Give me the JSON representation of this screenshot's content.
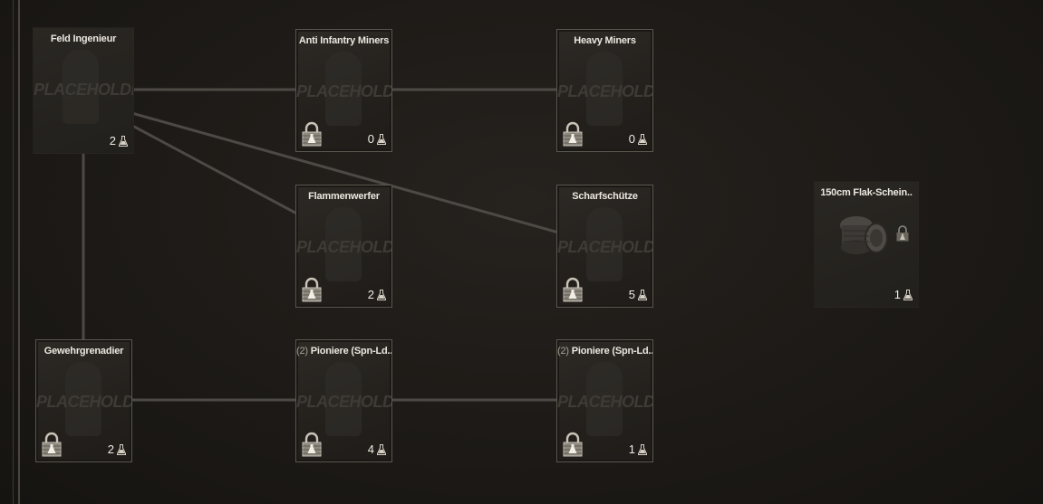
{
  "tree": {
    "nodes": [
      {
        "id": "feld-ingenieur",
        "title": "Feld Ingenieur",
        "cost": "2",
        "locked": false,
        "placeholder": "PLACEHOLDER"
      },
      {
        "id": "anti-infantry-miners",
        "title": "Anti Infantry Miners",
        "cost": "0",
        "locked": true,
        "placeholder": "PLACEHOLDER"
      },
      {
        "id": "heavy-miners",
        "title": "Heavy Miners",
        "cost": "0",
        "locked": true,
        "placeholder": "PLACEHOLDER"
      },
      {
        "id": "flammenwerfer",
        "title": "Flammenwerfer",
        "cost": "2",
        "locked": true,
        "placeholder": "PLACEHOLDER"
      },
      {
        "id": "scharfschutze",
        "title": "Scharfschütze",
        "cost": "5",
        "locked": true,
        "placeholder": "PLACEHOLDER"
      },
      {
        "id": "flak-schein",
        "title": "150cm Flak-Schein..",
        "cost": "1",
        "locked": true
      },
      {
        "id": "gewehrgrenadier",
        "title": "Gewehrgrenadier",
        "cost": "2",
        "locked": true,
        "placeholder": "PLACEHOLDER"
      },
      {
        "id": "pioniere-1",
        "prefix": "(2)",
        "title": "Pioniere (Spn-Ld..",
        "cost": "4",
        "locked": true,
        "placeholder": "PLACEHOLDER"
      },
      {
        "id": "pioniere-2",
        "prefix": "(2)",
        "title": "Pioniere (Spn-Ld..",
        "cost": "1",
        "locked": true,
        "placeholder": "PLACEHOLDER"
      }
    ]
  },
  "icons": {
    "lock": "padlock-icon",
    "resource": "flask-icon",
    "vehicle": "searchlight-vehicle-icon"
  },
  "colors": {
    "background": "#1e1b18",
    "card_border": "#5b564d",
    "connector": "#4d4944",
    "text": "#ece8e0"
  }
}
